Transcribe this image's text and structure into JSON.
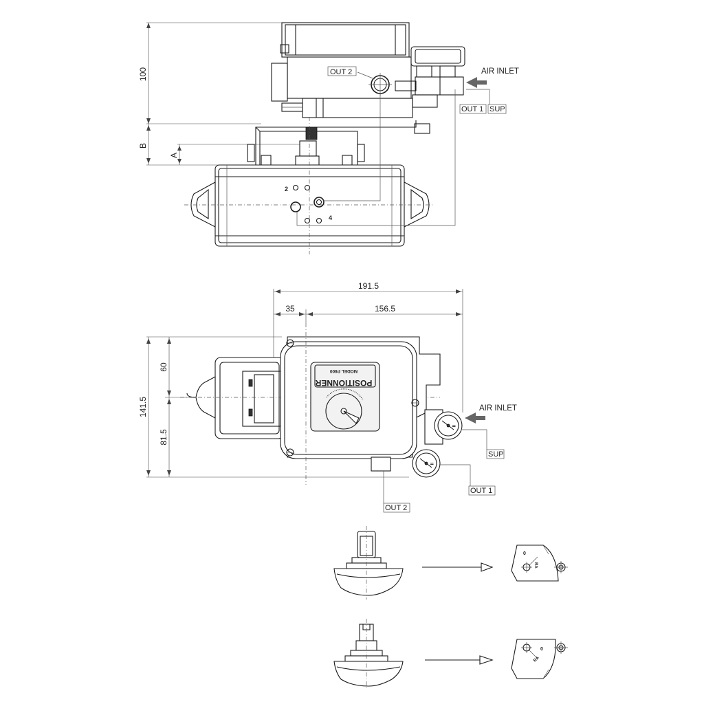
{
  "top_view": {
    "dim_100": "100",
    "dim_b": "B",
    "dim_a": "A",
    "label_out2": "OUT 2",
    "label_air_inlet": "AIR INLET",
    "label_out1": "OUT 1",
    "label_sup": "SUP",
    "port_2": "2",
    "port_4": "4"
  },
  "side_view": {
    "dim_191_5": "191.5",
    "dim_35": "35",
    "dim_156_5": "156.5",
    "dim_141_5": "141.5",
    "dim_60": "60",
    "dim_81_5": "81.5",
    "nameplate_title": "POSITIONNER",
    "nameplate_model": "MODEL P800",
    "label_air_inlet": "AIR INLET",
    "label_sup": "SUP",
    "label_out1": "OUT 1",
    "label_out2": "OUT 2"
  },
  "detail": {
    "cam_upper_zero": "0",
    "cam_upper_mode": "RA",
    "cam_lower_zero": "0",
    "cam_lower_mode": "RA"
  }
}
